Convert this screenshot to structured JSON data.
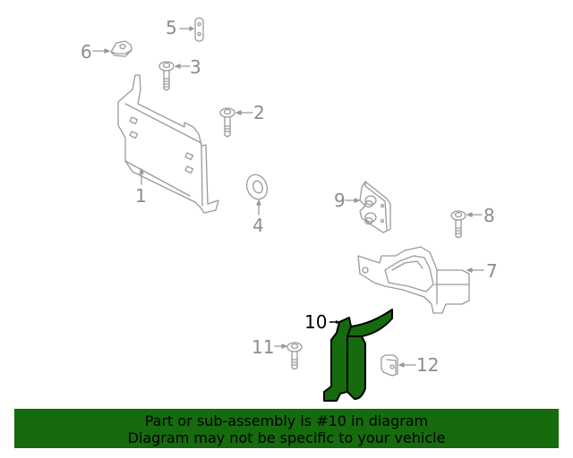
{
  "diagram": {
    "highlight_color": "#156b0d",
    "line_color": "#9a9a9a",
    "callouts": [
      {
        "id": 1,
        "label": "1",
        "part": "bracket-panel"
      },
      {
        "id": 2,
        "label": "2",
        "part": "bolt"
      },
      {
        "id": 3,
        "label": "3",
        "part": "bolt"
      },
      {
        "id": 4,
        "label": "4",
        "part": "washer"
      },
      {
        "id": 5,
        "label": "5",
        "part": "plate"
      },
      {
        "id": 6,
        "label": "6",
        "part": "clip-nut"
      },
      {
        "id": 7,
        "label": "7",
        "part": "mount-bracket"
      },
      {
        "id": 8,
        "label": "8",
        "part": "bolt"
      },
      {
        "id": 9,
        "label": "9",
        "part": "bracket-with-studs"
      },
      {
        "id": 10,
        "label": "10",
        "part": "deflector-highlighted"
      },
      {
        "id": 11,
        "label": "11",
        "part": "bolt"
      },
      {
        "id": 12,
        "label": "12",
        "part": "clip"
      }
    ]
  },
  "banner": {
    "line1": "Part or sub-assembly is #10 in diagram",
    "line2": "Diagram may not be specific to your vehicle",
    "background": "#156b0d"
  }
}
